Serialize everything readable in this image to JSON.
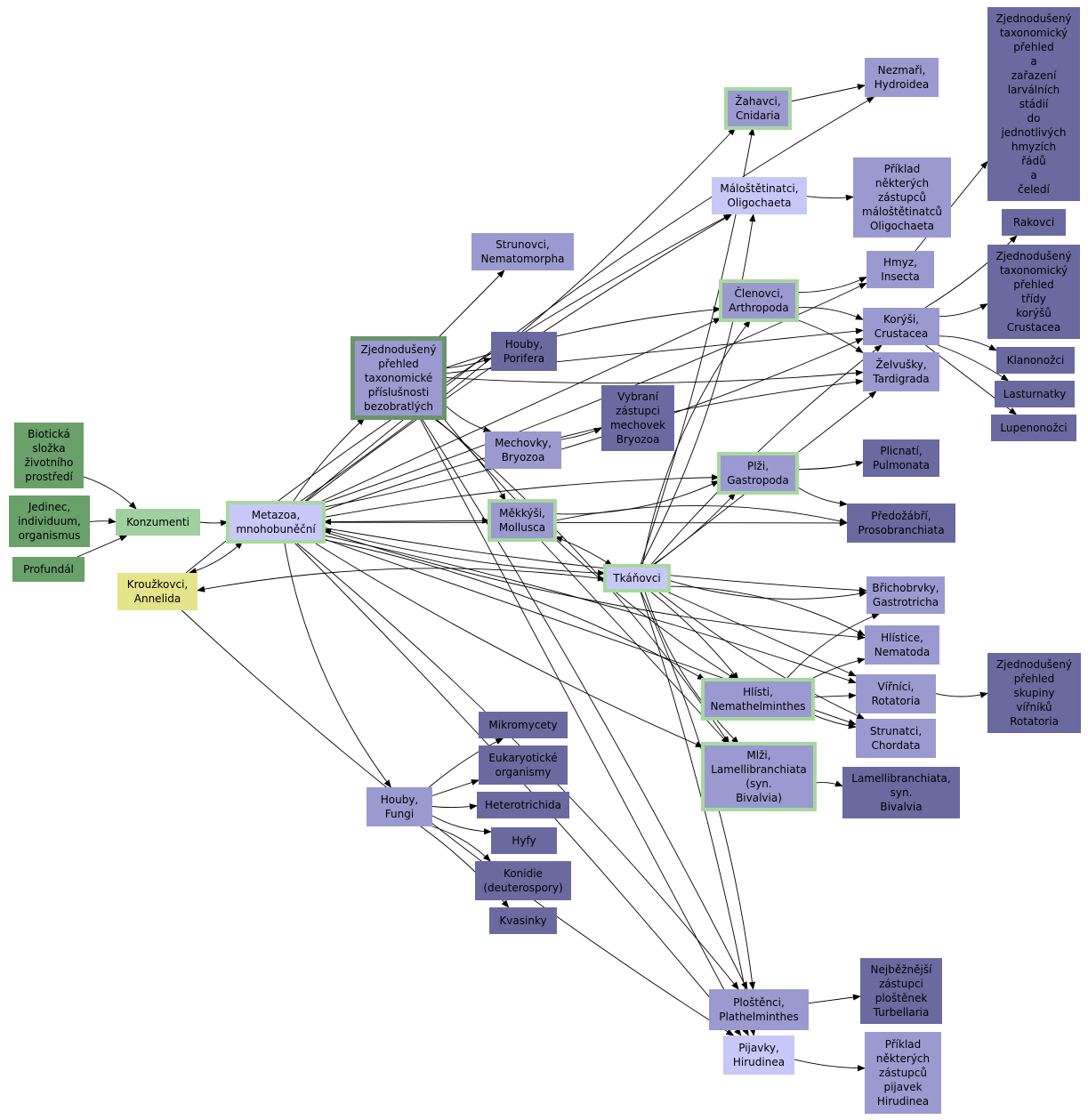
{
  "diagram": {
    "colors": {
      "dark_green": "#6aa06a",
      "light_green": "#9fd09f",
      "focus_green_border": "#6a946a",
      "highlight_green_border": "#a8d8a0",
      "lavender": "#c8c8f8",
      "medium_purple": "#9a9ad0",
      "dark_purple": "#6a6aa0",
      "yellow": "#e4e48a",
      "edge": "#000000"
    },
    "nodes": [
      {
        "id": "bioticka",
        "lines": [
          "Biotická",
          "složka",
          "životního",
          "prostředí"
        ],
        "color": "dark_green"
      },
      {
        "id": "jedinec",
        "lines": [
          "Jedinec,",
          "individuum,",
          "organismus"
        ],
        "color": "dark_green"
      },
      {
        "id": "profundal",
        "lines": [
          "Profundál"
        ],
        "color": "dark_green"
      },
      {
        "id": "konzumenti",
        "lines": [
          "Konzumenti"
        ],
        "color": "light_green"
      },
      {
        "id": "krouzkovci",
        "lines": [
          "Kroužkovci,",
          "Annelida"
        ],
        "color": "yellow"
      },
      {
        "id": "metazoa",
        "lines": [
          "Metazoa,",
          "mnohobuněční"
        ],
        "color": "lavender",
        "border": "highlight"
      },
      {
        "id": "prehled_bezobratlych",
        "lines": [
          "Zjednodušený",
          "přehled",
          "taxonomické",
          "příslušnosti",
          "bezobratlých"
        ],
        "color": "medium_purple",
        "border": "focus"
      },
      {
        "id": "strunovci",
        "lines": [
          "Strunovci,",
          "Nematomorpha"
        ],
        "color": "medium_purple"
      },
      {
        "id": "houby_porifera",
        "lines": [
          "Houby,",
          "Porifera"
        ],
        "color": "dark_purple"
      },
      {
        "id": "mechovky",
        "lines": [
          "Mechovky,",
          "Bryozoa"
        ],
        "color": "medium_purple"
      },
      {
        "id": "vybrani_mechovky",
        "lines": [
          "Vybraní",
          "zástupci",
          "mechovek",
          "Bryozoa"
        ],
        "color": "dark_purple"
      },
      {
        "id": "mekkysi",
        "lines": [
          "Měkkýši,",
          "Mollusca"
        ],
        "color": "medium_purple",
        "border": "highlight"
      },
      {
        "id": "tkanovci",
        "lines": [
          "Tkáňovci"
        ],
        "color": "lavender",
        "border": "highlight"
      },
      {
        "id": "zahavci",
        "lines": [
          "Žahavci,",
          "Cnidaria"
        ],
        "color": "medium_purple",
        "border": "highlight"
      },
      {
        "id": "nezmari",
        "lines": [
          "Nezmaři,",
          "Hydroidea"
        ],
        "color": "medium_purple"
      },
      {
        "id": "malostetinatci",
        "lines": [
          "Máloštětinatci,",
          "Oligochaeta"
        ],
        "color": "lavender"
      },
      {
        "id": "priklad_malostetinatcu",
        "lines": [
          "Příklad",
          "některých",
          "zástupců",
          "máloštětinatců",
          "Oligochaeta"
        ],
        "color": "medium_purple"
      },
      {
        "id": "clenovci",
        "lines": [
          "Členovci,",
          "Arthropoda"
        ],
        "color": "medium_purple",
        "border": "highlight"
      },
      {
        "id": "hmyz",
        "lines": [
          "Hmyz,",
          "Insecta"
        ],
        "color": "medium_purple"
      },
      {
        "id": "korysi",
        "lines": [
          "Korýši,",
          "Crustacea"
        ],
        "color": "medium_purple"
      },
      {
        "id": "zelvusky",
        "lines": [
          "Želvušky,",
          "Tardigrada"
        ],
        "color": "medium_purple"
      },
      {
        "id": "plzi",
        "lines": [
          "Plži,",
          "Gastropoda"
        ],
        "color": "medium_purple",
        "border": "highlight"
      },
      {
        "id": "plicnati",
        "lines": [
          "Plicnatí,",
          "Pulmonata"
        ],
        "color": "dark_purple"
      },
      {
        "id": "predozabri",
        "lines": [
          "Předožábří,",
          "Prosobranchiata"
        ],
        "color": "dark_purple"
      },
      {
        "id": "brichobrvky",
        "lines": [
          "Břichobrvky,",
          "Gastrotricha"
        ],
        "color": "medium_purple"
      },
      {
        "id": "hlistice",
        "lines": [
          "Hlístice,",
          "Nematoda"
        ],
        "color": "medium_purple"
      },
      {
        "id": "hlisti",
        "lines": [
          "Hlísti,",
          "Nemathelminthes"
        ],
        "color": "medium_purple",
        "border": "highlight"
      },
      {
        "id": "virnici",
        "lines": [
          "Vířníci,",
          "Rotatoria"
        ],
        "color": "medium_purple"
      },
      {
        "id": "prehled_virniku",
        "lines": [
          "Zjednodušený",
          "přehled",
          "skupiny",
          "vířníků",
          "Rotatoria"
        ],
        "color": "dark_purple"
      },
      {
        "id": "strunatci",
        "lines": [
          "Strunatci,",
          "Chordata"
        ],
        "color": "medium_purple"
      },
      {
        "id": "mlzi",
        "lines": [
          "Mlži,",
          "Lamellibranchiata",
          "(syn.",
          "Bivalvia)"
        ],
        "color": "medium_purple",
        "border": "highlight"
      },
      {
        "id": "lamellibranchiata",
        "lines": [
          "Lamellibranchiata,",
          "syn.",
          "Bivalvia"
        ],
        "color": "dark_purple"
      },
      {
        "id": "mikromycety",
        "lines": [
          "Mikromycety"
        ],
        "color": "dark_purple"
      },
      {
        "id": "eukaryoticke",
        "lines": [
          "Eukaryotické",
          "organismy"
        ],
        "color": "dark_purple"
      },
      {
        "id": "heterotrichida",
        "lines": [
          "Heterotrichida"
        ],
        "color": "dark_purple"
      },
      {
        "id": "houby_fungi",
        "lines": [
          "Houby,",
          "Fungi"
        ],
        "color": "medium_purple"
      },
      {
        "id": "hyfy",
        "lines": [
          "Hyfy"
        ],
        "color": "dark_purple"
      },
      {
        "id": "konidie",
        "lines": [
          "Konidie",
          "(deuterospory)"
        ],
        "color": "dark_purple"
      },
      {
        "id": "kvasinky",
        "lines": [
          "Kvasinky"
        ],
        "color": "dark_purple"
      },
      {
        "id": "plostenci",
        "lines": [
          "Ploštěnci,",
          "Plathelminthes"
        ],
        "color": "medium_purple"
      },
      {
        "id": "nejbeznejsi_plostenek",
        "lines": [
          "Nejběžnější",
          "zástupci",
          "ploštěnek",
          "Turbellaria"
        ],
        "color": "dark_purple"
      },
      {
        "id": "pijavky",
        "lines": [
          "Pijavky,",
          "Hirudinea"
        ],
        "color": "lavender"
      },
      {
        "id": "priklad_pijavek",
        "lines": [
          "Příklad",
          "některých",
          "zástupců",
          "pijavek",
          "Hirudinea"
        ],
        "color": "medium_purple"
      },
      {
        "id": "prehled_hmyz",
        "lines": [
          "Zjednodušený",
          "taxonomický",
          "přehled",
          "a",
          "zařazení",
          "larválních",
          "stádií",
          "do",
          "jednotlivých",
          "hmyzích",
          "řádů",
          "a",
          "čeledí"
        ],
        "color": "dark_purple"
      },
      {
        "id": "rakovci",
        "lines": [
          "Rakovci"
        ],
        "color": "dark_purple"
      },
      {
        "id": "prehled_korysu",
        "lines": [
          "Zjednodušený",
          "taxonomický",
          "přehled",
          "třídy",
          "korýšů",
          "Crustacea"
        ],
        "color": "dark_purple"
      },
      {
        "id": "klanonozci",
        "lines": [
          "Klanonožci"
        ],
        "color": "dark_purple"
      },
      {
        "id": "lasturnatky",
        "lines": [
          "Lasturnatky"
        ],
        "color": "dark_purple"
      },
      {
        "id": "lupenonozci",
        "lines": [
          "Lupenonožci"
        ],
        "color": "dark_purple"
      }
    ],
    "edges": [
      {
        "from": "bioticka",
        "to": "konzumenti"
      },
      {
        "from": "jedinec",
        "to": "konzumenti"
      },
      {
        "from": "profundal",
        "to": "konzumenti"
      },
      {
        "from": "konzumenti",
        "to": "metazoa"
      },
      {
        "from": "krouzkovci",
        "to": "metazoa",
        "both": true
      },
      {
        "from": "krouzkovci",
        "to": "tkanovci",
        "both": true
      },
      {
        "from": "metazoa",
        "to": "prehled_bezobratlych"
      },
      {
        "from": "metazoa",
        "to": "mekkysi",
        "both": true
      },
      {
        "from": "metazoa",
        "to": "tkanovci",
        "both": true
      },
      {
        "from": "metazoa",
        "to": "zahavci"
      },
      {
        "from": "metazoa",
        "to": "nezmari"
      },
      {
        "from": "metazoa",
        "to": "malostetinatci"
      },
      {
        "from": "metazoa",
        "to": "clenovci"
      },
      {
        "from": "metazoa",
        "to": "hmyz"
      },
      {
        "from": "metazoa",
        "to": "korysi"
      },
      {
        "from": "metazoa",
        "to": "zelvusky"
      },
      {
        "from": "metazoa",
        "to": "plzi"
      },
      {
        "from": "metazoa",
        "to": "predozabri"
      },
      {
        "from": "metazoa",
        "to": "brichobrvky"
      },
      {
        "from": "metazoa",
        "to": "hlistice"
      },
      {
        "from": "metazoa",
        "to": "hlisti"
      },
      {
        "from": "metazoa",
        "to": "virnici"
      },
      {
        "from": "metazoa",
        "to": "strunatci"
      },
      {
        "from": "metazoa",
        "to": "mlzi"
      },
      {
        "from": "metazoa",
        "to": "houby_fungi"
      },
      {
        "from": "metazoa",
        "to": "plostenci"
      },
      {
        "from": "metazoa",
        "to": "pijavky"
      },
      {
        "from": "prehled_bezobratlych",
        "to": "strunovci"
      },
      {
        "from": "prehled_bezobratlych",
        "to": "houby_porifera"
      },
      {
        "from": "prehled_bezobratlych",
        "to": "mechovky"
      },
      {
        "from": "prehled_bezobratlych",
        "to": "mekkysi"
      },
      {
        "from": "prehled_bezobratlych",
        "to": "clenovci"
      },
      {
        "from": "prehled_bezobratlych",
        "to": "korysi"
      },
      {
        "from": "prehled_bezobratlych",
        "to": "zelvusky"
      },
      {
        "from": "prehled_bezobratlych",
        "to": "hlisti"
      },
      {
        "from": "prehled_bezobratlych",
        "to": "mlzi"
      },
      {
        "from": "prehled_bezobratlych",
        "to": "plostenci"
      },
      {
        "from": "prehled_bezobratlych",
        "to": "pijavky"
      },
      {
        "from": "mechovky",
        "to": "vybrani_mechovky"
      },
      {
        "from": "mekkysi",
        "to": "plzi"
      },
      {
        "from": "mekkysi",
        "to": "predozabri"
      },
      {
        "from": "mekkysi",
        "to": "tkanovci",
        "both": true
      },
      {
        "from": "mekkysi",
        "to": "mlzi"
      },
      {
        "from": "tkanovci",
        "to": "zahavci"
      },
      {
        "from": "tkanovci",
        "to": "malostetinatci"
      },
      {
        "from": "tkanovci",
        "to": "clenovci"
      },
      {
        "from": "tkanovci",
        "to": "korysi"
      },
      {
        "from": "tkanovci",
        "to": "zelvusky"
      },
      {
        "from": "tkanovci",
        "to": "plzi"
      },
      {
        "from": "tkanovci",
        "to": "brichobrvky"
      },
      {
        "from": "tkanovci",
        "to": "hlistice"
      },
      {
        "from": "tkanovci",
        "to": "hlisti"
      },
      {
        "from": "tkanovci",
        "to": "virnici"
      },
      {
        "from": "tkanovci",
        "to": "strunatci"
      },
      {
        "from": "tkanovci",
        "to": "mlzi"
      },
      {
        "from": "tkanovci",
        "to": "plostenci"
      },
      {
        "from": "tkanovci",
        "to": "pijavky"
      },
      {
        "from": "zahavci",
        "to": "nezmari"
      },
      {
        "from": "malostetinatci",
        "to": "priklad_malostetinatcu"
      },
      {
        "from": "clenovci",
        "to": "hmyz"
      },
      {
        "from": "clenovci",
        "to": "korysi"
      },
      {
        "from": "clenovci",
        "to": "zelvusky"
      },
      {
        "from": "hmyz",
        "to": "prehled_hmyz"
      },
      {
        "from": "korysi",
        "to": "rakovci"
      },
      {
        "from": "korysi",
        "to": "prehled_korysu"
      },
      {
        "from": "korysi",
        "to": "klanonozci"
      },
      {
        "from": "korysi",
        "to": "lasturnatky"
      },
      {
        "from": "korysi",
        "to": "lupenonozci"
      },
      {
        "from": "plzi",
        "to": "plicnati"
      },
      {
        "from": "plzi",
        "to": "predozabri"
      },
      {
        "from": "hlisti",
        "to": "brichobrvky"
      },
      {
        "from": "hlisti",
        "to": "hlistice"
      },
      {
        "from": "hlisti",
        "to": "virnici"
      },
      {
        "from": "hlisti",
        "to": "strunatci"
      },
      {
        "from": "virnici",
        "to": "prehled_virniku"
      },
      {
        "from": "mlzi",
        "to": "lamellibranchiata"
      },
      {
        "from": "houby_fungi",
        "to": "mikromycety"
      },
      {
        "from": "houby_fungi",
        "to": "eukaryoticke"
      },
      {
        "from": "houby_fungi",
        "to": "heterotrichida"
      },
      {
        "from": "houby_fungi",
        "to": "hyfy"
      },
      {
        "from": "houby_fungi",
        "to": "konidie"
      },
      {
        "from": "houby_fungi",
        "to": "kvasinky"
      },
      {
        "from": "plostenci",
        "to": "nejbeznejsi_plostenek"
      },
      {
        "from": "pijavky",
        "to": "priklad_pijavek"
      },
      {
        "from": "krouzkovci",
        "to": "pijavky"
      },
      {
        "from": "krouzkovci",
        "to": "malostetinatci"
      }
    ]
  }
}
